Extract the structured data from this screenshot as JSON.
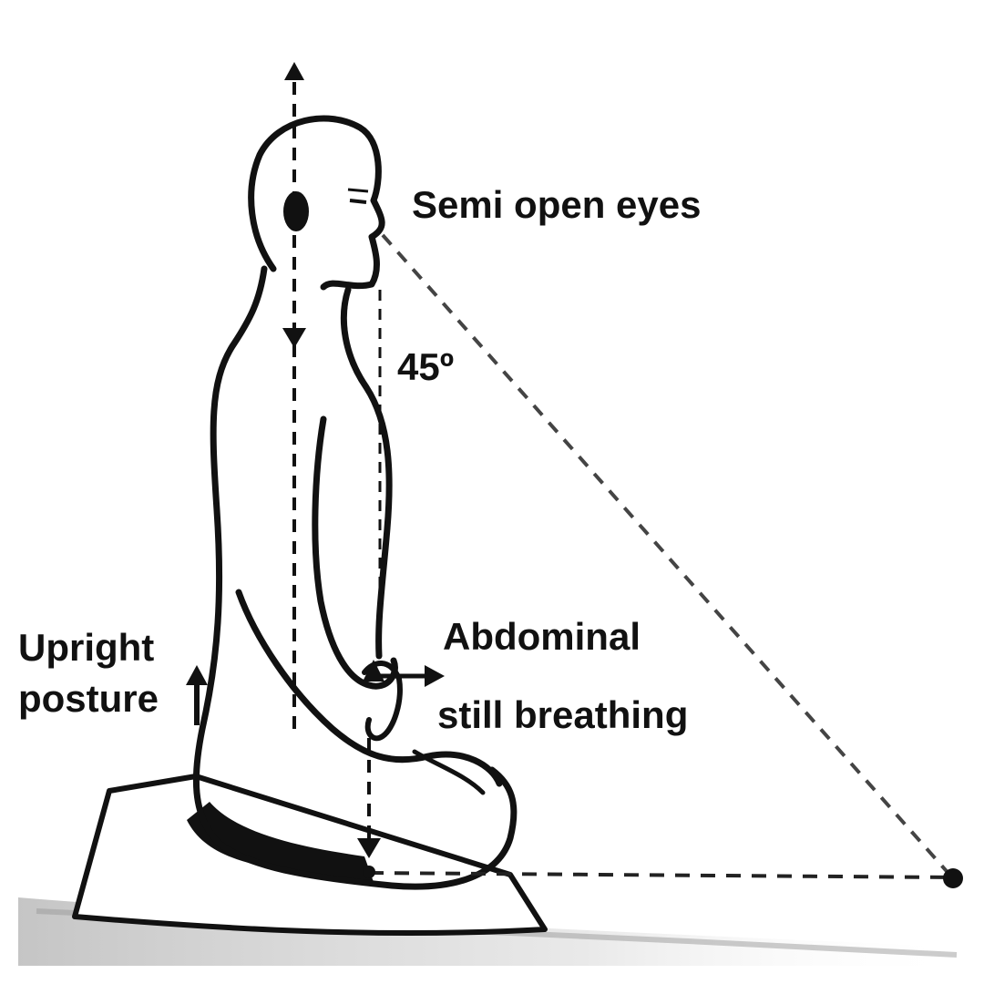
{
  "labels": {
    "eyes": "Semi open eyes",
    "angle": "45º",
    "abdominal_line1": "Abdominal",
    "abdominal_line2": "still breathing",
    "upright_line1": "Upright",
    "upright_line2": "posture"
  },
  "colors": {
    "ink": "#111111",
    "background": "#ffffff",
    "shadow": "#9a9a9a"
  }
}
